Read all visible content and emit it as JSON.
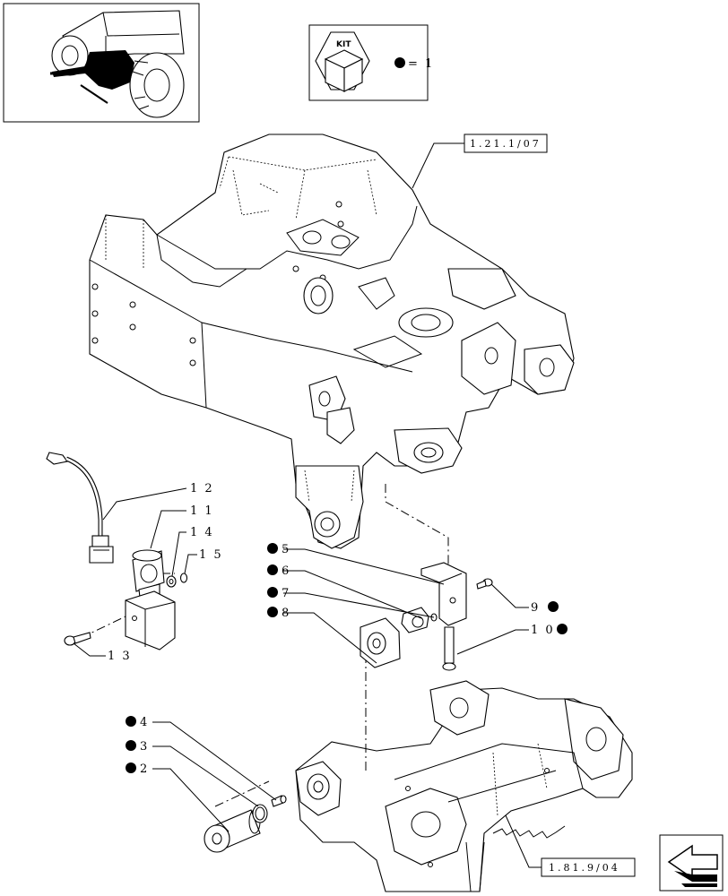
{
  "kit": {
    "label": "KIT",
    "legend": "= 1"
  },
  "references": {
    "top": "1.21.1/07",
    "bottom": "1.81.9/04"
  },
  "callouts": [
    {
      "num": "1 2",
      "marker": false
    },
    {
      "num": "1 1",
      "marker": false
    },
    {
      "num": "1 4",
      "marker": false
    },
    {
      "num": "1 5",
      "marker": false
    },
    {
      "num": "1 3",
      "marker": false
    },
    {
      "num": "5",
      "marker": true
    },
    {
      "num": "6",
      "marker": true
    },
    {
      "num": "7",
      "marker": true
    },
    {
      "num": "8",
      "marker": true
    },
    {
      "num": "9",
      "marker": true
    },
    {
      "num": "1 0",
      "marker": true
    },
    {
      "num": "4",
      "marker": true
    },
    {
      "num": "3",
      "marker": true
    },
    {
      "num": "2",
      "marker": true
    }
  ],
  "icons": {
    "thumbnail": "tractor-thumbnail-icon",
    "kit_box": "kit-cube-icon",
    "kit_dot": "kit-bullet-icon",
    "nav": "next-page-arrow-icon"
  }
}
